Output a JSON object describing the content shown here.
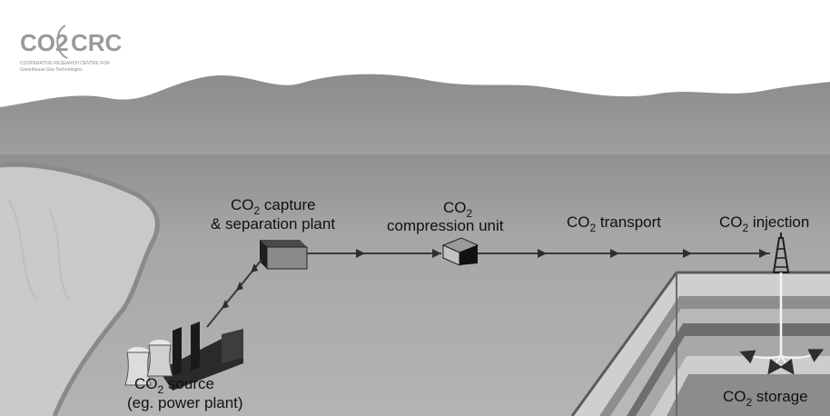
{
  "logo": {
    "brand_left": "CO2",
    "brand_right": "CRC",
    "subtitle_line1": "COOPERATIVE RESEARCH CENTRE FOR",
    "subtitle_line2": "Greenhouse Gas Technologies"
  },
  "labels": {
    "capture_line1_main": "CO",
    "capture_line1_sub": "2",
    "capture_line1_rest": " capture",
    "capture_line2": "& separation plant",
    "compression_line1_main": "CO",
    "compression_line1_sub": "2",
    "compression_line2": "compression unit",
    "transport_main": "CO",
    "transport_sub": "2",
    "transport_rest": " transport",
    "injection_main": "CO",
    "injection_sub": "2",
    "injection_rest": " injection",
    "source_line1_main": "CO",
    "source_line1_sub": "2",
    "source_line1_rest": " source",
    "source_line2": "(eg. power plant)",
    "storage_main": "CO",
    "storage_sub": "2",
    "storage_rest": " storage"
  },
  "colors": {
    "sky": "#ffffff",
    "ground": "#a2a2a2",
    "hills": "#8e8e8e",
    "sea": "#c8c8c8",
    "arrow": "#3a3a3a"
  }
}
